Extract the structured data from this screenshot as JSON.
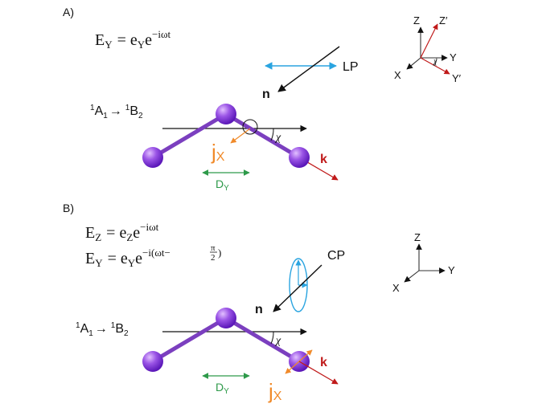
{
  "panel_a": {
    "label": "A)",
    "eq_main": "E",
    "eq_sub": "Y",
    "eq_rhs": "= e",
    "eq_rhs_sub": "Y",
    "eq_exp_base": "e",
    "eq_exp": "−iωt",
    "lp_label": "LP",
    "n_label": "n",
    "transition_left_sup": "1",
    "transition_left": "A",
    "transition_left_sub": "1",
    "transition_arrow": "→",
    "transition_right_sup": "1",
    "transition_right": "B",
    "transition_right_sub": "2",
    "chi": "χ",
    "j_label": "j",
    "j_sub": "X",
    "k_label": "k",
    "d_label": "D",
    "d_sub": "Y",
    "axes": {
      "z": "Z",
      "z_prime": "Z′",
      "y": "Y",
      "y_prime": "Y′",
      "x": "X",
      "chi": "χ"
    }
  },
  "panel_b": {
    "label": "B)",
    "eq1_main": "E",
    "eq1_sub": "Z",
    "eq1_rhs": "= e",
    "eq1_rhs_sub": "Z",
    "eq1_exp_base": "e",
    "eq1_exp": "−iωt",
    "eq2_main": "E",
    "eq2_sub": "Y",
    "eq2_rhs": "= e",
    "eq2_rhs_sub": "Y",
    "eq2_exp_base": "e",
    "eq2_exp_pre": "−i(ωt−",
    "eq2_exp_num": "π",
    "eq2_exp_den": "2",
    "eq2_exp_post": ")",
    "cp_label": "CP",
    "n_label": "n",
    "transition_left_sup": "1",
    "transition_left": "A",
    "transition_left_sub": "1",
    "transition_arrow": "→",
    "transition_right_sup": "1",
    "transition_right": "B",
    "transition_right_sub": "2",
    "chi": "χ",
    "j_label": "j",
    "j_sub": "X",
    "k_label": "k",
    "d_label": "D",
    "d_sub": "Y",
    "axes": {
      "z": "Z",
      "y": "Y",
      "x": "X"
    }
  },
  "colors": {
    "molecule": "#7b3fbf",
    "atom_light": "#d6a8ff",
    "atom_dark": "#6a22c8",
    "polarization": "#2aa4e0",
    "current": "#f08a2a",
    "wavevector": "#c01a1a",
    "dipole": "#2e9a4a",
    "black": "#111111"
  }
}
